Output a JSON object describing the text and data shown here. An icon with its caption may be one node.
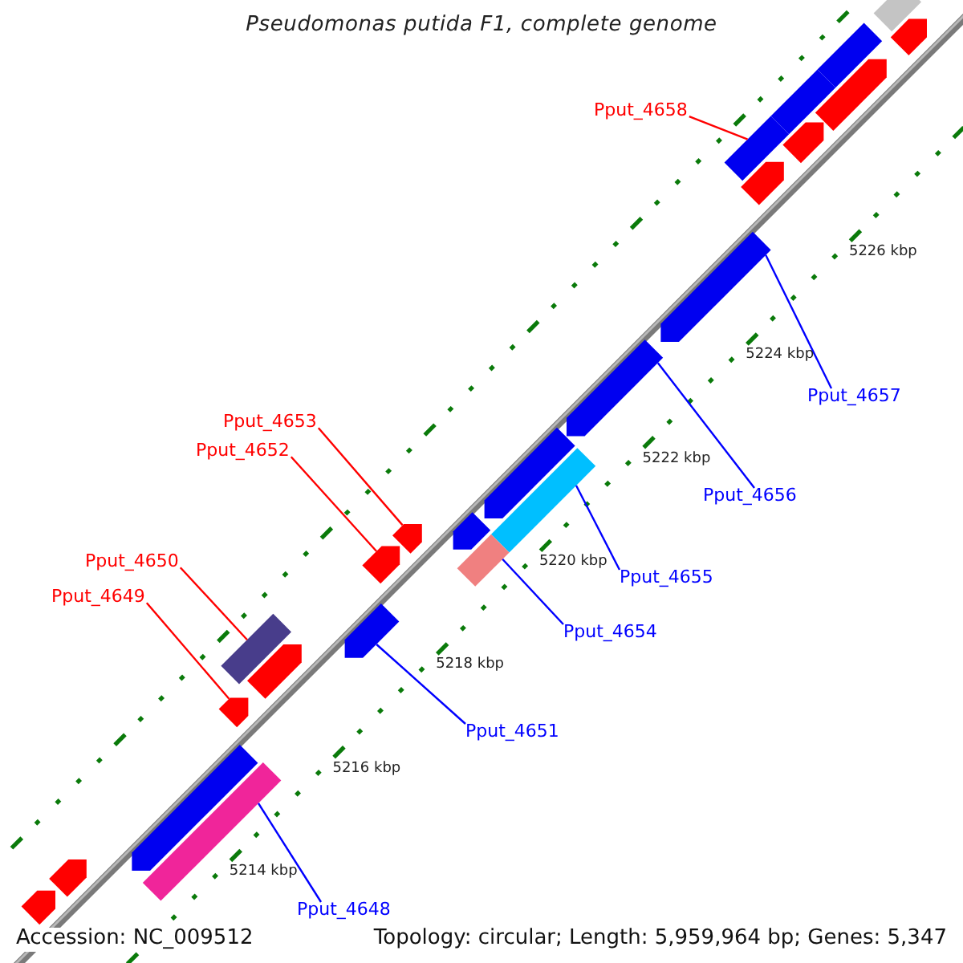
{
  "diagram": {
    "title": "Pseudomonas putida F1, complete genome",
    "nodes": [
      {
        "text": [
          "Pput_4658"
        ]
      },
      {
        "text": [
          "Pput_4657"
        ]
      },
      {
        "text": [
          "Pput_4653"
        ]
      },
      {
        "text": [
          "Pput_4652"
        ]
      },
      {
        "text": [
          "Pput_4656"
        ]
      },
      {
        "text": [
          "Pput_4650"
        ]
      },
      {
        "text": [
          "Pput_4655"
        ]
      },
      {
        "text": [
          "Pput_4649"
        ]
      },
      {
        "text": [
          "Pput_4654"
        ]
      },
      {
        "text": [
          "Pput_4651"
        ]
      },
      {
        "text": [
          "Pput_4648"
        ]
      },
      {
        "text": [],
        "shape": "bar"
      },
      {
        "text": [],
        "shape": "bar"
      },
      {
        "text": [],
        "shape": "bar"
      },
      {
        "text": [],
        "shape": "bar"
      },
      {
        "text": [],
        "shape": "bar"
      },
      {
        "text": [],
        "shape": "bar"
      },
      {
        "text": [],
        "shape": "bar"
      },
      {
        "text": [],
        "shape": "bar"
      },
      {
        "text": [],
        "shape": "bar"
      },
      {
        "text": [],
        "shape": "bar"
      },
      {
        "text": [],
        "shape": "bar"
      },
      {
        "text": [],
        "shape": "bar"
      },
      {
        "text": [],
        "shape": "bar"
      },
      {
        "text": [],
        "shape": "bar"
      },
      {
        "text": [],
        "shape": "bar"
      },
      {
        "text": [],
        "shape": "bar"
      },
      {
        "text": [],
        "shape": "bar"
      },
      {
        "text": [],
        "shape": "bar"
      },
      {
        "text": [],
        "shape": "bar"
      },
      {
        "text": [],
        "shape": "bar"
      },
      {
        "text": [],
        "shape": "bar"
      },
      {
        "text": [],
        "shape": "bar"
      },
      {
        "text": [],
        "shape": "bar"
      },
      {
        "text": [],
        "shape": "bar"
      }
    ],
    "edges": [
      {
        "from": 0,
        "to": 16,
        "arrow": "none",
        "color": "#ff0000"
      },
      {
        "from": 1,
        "to": 19,
        "arrow": "none"
      },
      {
        "from": 2,
        "to": 23,
        "arrow": "none",
        "color": "#ff0000"
      },
      {
        "from": 3,
        "to": 25,
        "arrow": "none",
        "color": "#ff0000"
      },
      {
        "from": 4,
        "to": 20,
        "arrow": "none"
      },
      {
        "from": 5,
        "to": 28,
        "arrow": "none",
        "color": "#ff0000"
      },
      {
        "from": 6,
        "to": 22,
        "arrow": "none"
      },
      {
        "from": 7,
        "to": 30,
        "arrow": "none",
        "color": "#ff0000"
      },
      {
        "from": 8,
        "to": 26,
        "arrow": "none"
      },
      {
        "from": 9,
        "to": 27,
        "arrow": "none"
      },
      {
        "from": 10,
        "to": 32,
        "arrow": "none"
      }
    ],
    "labels": [
      "5226 kbp",
      "5224 kbp",
      "5222 kbp",
      "5220 kbp",
      "5218 kbp",
      "5216 kbp",
      "5214 kbp",
      "Accession: NC_009512",
      "Topology: circular; Length: 5,959,964 bp; Genes: 5,347"
    ]
  }
}
